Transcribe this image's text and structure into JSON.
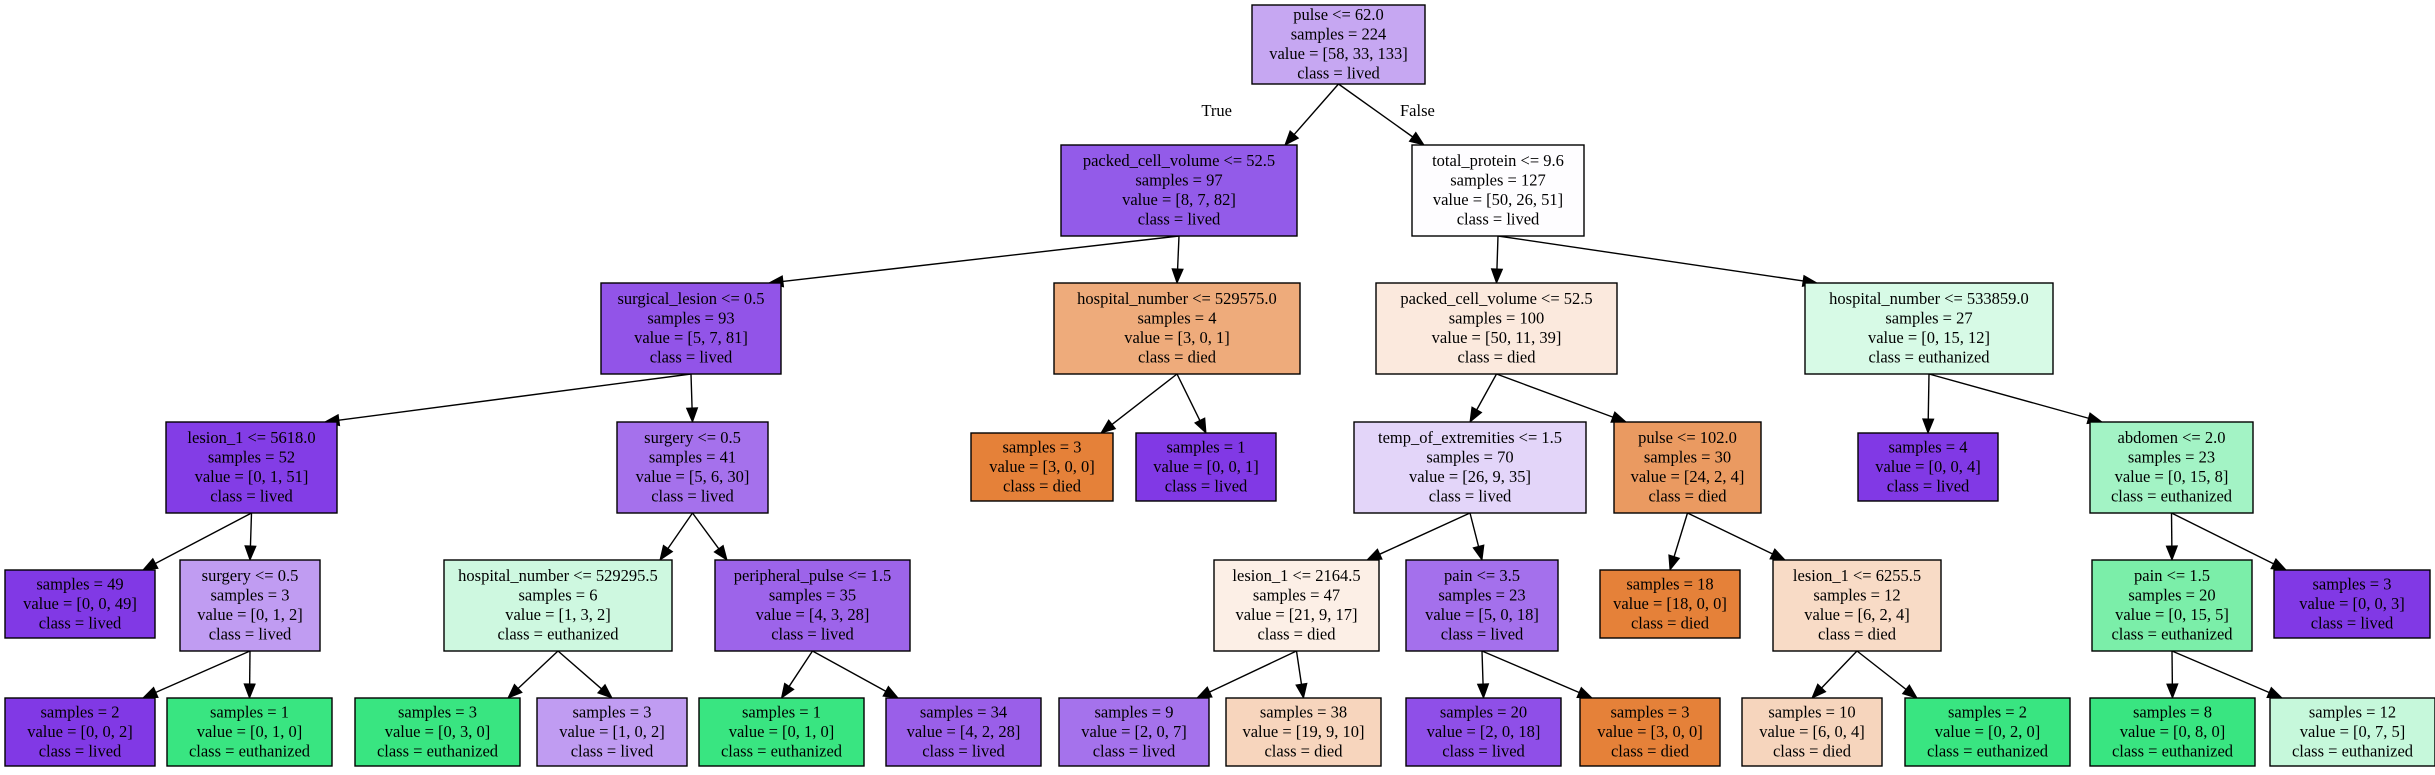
{
  "colors": {
    "lived": "#8139e5",
    "died": "#e58139",
    "euthanized": "#39e581"
  },
  "edge_labels": {
    "true_label": "True",
    "false_label": "False"
  },
  "nodes": [
    {
      "id": "n0",
      "lines": [
        "pulse <= 62.0",
        "samples = 224",
        "value = [58, 33, 133]",
        "class = lived"
      ],
      "fill": "#c6a7f2"
    },
    {
      "id": "n1",
      "lines": [
        "packed_cell_volume <= 52.5",
        "samples = 97",
        "value = [8, 7, 82]",
        "class = lived"
      ],
      "fill": "#935be9"
    },
    {
      "id": "n2",
      "lines": [
        "total_protein <= 9.6",
        "samples = 127",
        "value = [50, 26, 51]",
        "class = lived"
      ],
      "fill": "#fefdff"
    },
    {
      "id": "n3",
      "lines": [
        "surgical_lesion <= 0.5",
        "samples = 93",
        "value = [5, 7, 81]",
        "class = lived"
      ],
      "fill": "#9254e8"
    },
    {
      "id": "n4",
      "lines": [
        "hospital_number <= 529575.0",
        "samples = 4",
        "value = [3, 0, 1]",
        "class = died"
      ],
      "fill": "#eeab7b"
    },
    {
      "id": "n5",
      "lines": [
        "packed_cell_volume <= 52.5",
        "samples = 100",
        "value = [50, 11, 39]",
        "class = died"
      ],
      "fill": "#fbe9dd"
    },
    {
      "id": "n6",
      "lines": [
        "hospital_number <= 533859.0",
        "samples = 27",
        "value = [0, 15, 12]",
        "class = euthanized"
      ],
      "fill": "#d7fae6"
    },
    {
      "id": "n7",
      "lines": [
        "lesion_1 <= 5618.0",
        "samples = 52",
        "value = [0, 1, 51]",
        "class = lived"
      ],
      "fill": "#833de6"
    },
    {
      "id": "n8",
      "lines": [
        "surgery <= 0.5",
        "samples = 41",
        "value = [5, 6, 30]",
        "class = lived"
      ],
      "fill": "#a571ec"
    },
    {
      "id": "n9",
      "lines": [
        "samples = 3",
        "value = [3, 0, 0]",
        "class = died"
      ],
      "fill": "#e58139"
    },
    {
      "id": "n10",
      "lines": [
        "samples = 1",
        "value = [0, 0, 1]",
        "class = lived"
      ],
      "fill": "#8139e5"
    },
    {
      "id": "n11",
      "lines": [
        "temp_of_extremities <= 1.5",
        "samples = 70",
        "value = [26, 9, 35]",
        "class = lived"
      ],
      "fill": "#e3d5f9"
    },
    {
      "id": "n12",
      "lines": [
        "pulse <= 102.0",
        "samples = 30",
        "value = [24, 2, 4]",
        "class = died"
      ],
      "fill": "#ea9a61"
    },
    {
      "id": "n13",
      "lines": [
        "samples = 4",
        "value = [0, 0, 4]",
        "class = lived"
      ],
      "fill": "#8139e5"
    },
    {
      "id": "n14",
      "lines": [
        "abdomen <= 2.0",
        "samples = 23",
        "value = [0, 15, 8]",
        "class = euthanized"
      ],
      "fill": "#a3f3c5"
    },
    {
      "id": "n15",
      "lines": [
        "samples = 49",
        "value = [0, 0, 49]",
        "class = lived"
      ],
      "fill": "#8139e5"
    },
    {
      "id": "n16",
      "lines": [
        "surgery <= 0.5",
        "samples = 3",
        "value = [0, 1, 2]",
        "class = lived"
      ],
      "fill": "#c09cf2"
    },
    {
      "id": "n17",
      "lines": [
        "hospital_number <= 529295.5",
        "samples = 6",
        "value = [1, 3, 2]",
        "class = euthanized"
      ],
      "fill": "#cef8e0"
    },
    {
      "id": "n18",
      "lines": [
        "peripheral_pulse <= 1.5",
        "samples = 35",
        "value = [4, 3, 28]",
        "class = lived"
      ],
      "fill": "#9d64ea"
    },
    {
      "id": "n19",
      "lines": [
        "lesion_1 <= 2164.5",
        "samples = 47",
        "value = [21, 9, 17]",
        "class = died"
      ],
      "fill": "#fcefe6"
    },
    {
      "id": "n20",
      "lines": [
        "pain <= 3.5",
        "samples = 23",
        "value = [5, 0, 18]",
        "class = lived"
      ],
      "fill": "#a470ec"
    },
    {
      "id": "n21",
      "lines": [
        "samples = 18",
        "value = [18, 0, 0]",
        "class = died"
      ],
      "fill": "#e58139"
    },
    {
      "id": "n22",
      "lines": [
        "lesion_1 <= 6255.5",
        "samples = 12",
        "value = [6, 2, 4]",
        "class = died"
      ],
      "fill": "#f8dbc6"
    },
    {
      "id": "n23",
      "lines": [
        "pain <= 1.5",
        "samples = 20",
        "value = [0, 15, 5]",
        "class = euthanized"
      ],
      "fill": "#7beea9"
    },
    {
      "id": "n24",
      "lines": [
        "samples = 3",
        "value = [0, 0, 3]",
        "class = lived"
      ],
      "fill": "#8139e5"
    },
    {
      "id": "n25",
      "lines": [
        "samples = 2",
        "value = [0, 0, 2]",
        "class = lived"
      ],
      "fill": "#8139e5"
    },
    {
      "id": "n26",
      "lines": [
        "samples = 1",
        "value = [0, 1, 0]",
        "class = euthanized"
      ],
      "fill": "#39e581"
    },
    {
      "id": "n27",
      "lines": [
        "samples = 3",
        "value = [0, 3, 0]",
        "class = euthanized"
      ],
      "fill": "#39e581"
    },
    {
      "id": "n28",
      "lines": [
        "samples = 3",
        "value = [1, 0, 2]",
        "class = lived"
      ],
      "fill": "#c09cf2"
    },
    {
      "id": "n29",
      "lines": [
        "samples = 1",
        "value = [0, 1, 0]",
        "class = euthanized"
      ],
      "fill": "#39e581"
    },
    {
      "id": "n30",
      "lines": [
        "samples = 34",
        "value = [4, 2, 28]",
        "class = lived"
      ],
      "fill": "#9a5fe9"
    },
    {
      "id": "n31",
      "lines": [
        "samples = 9",
        "value = [2, 0, 7]",
        "class = lived"
      ],
      "fill": "#a572ec"
    },
    {
      "id": "n32",
      "lines": [
        "samples = 38",
        "value = [19, 9, 10]",
        "class = died"
      ],
      "fill": "#f7d5bd"
    },
    {
      "id": "n33",
      "lines": [
        "samples = 20",
        "value = [2, 0, 18]",
        "class = lived"
      ],
      "fill": "#8f4fe8"
    },
    {
      "id": "n34",
      "lines": [
        "samples = 3",
        "value = [3, 0, 0]",
        "class = died"
      ],
      "fill": "#e58139"
    },
    {
      "id": "n35",
      "lines": [
        "samples = 10",
        "value = [6, 0, 4]",
        "class = died"
      ],
      "fill": "#f6d5bd"
    },
    {
      "id": "n36",
      "lines": [
        "samples = 2",
        "value = [0, 2, 0]",
        "class = euthanized"
      ],
      "fill": "#39e581"
    },
    {
      "id": "n37",
      "lines": [
        "samples = 8",
        "value = [0, 8, 0]",
        "class = euthanized"
      ],
      "fill": "#39e581"
    },
    {
      "id": "n38",
      "lines": [
        "samples = 12",
        "value = [0, 7, 5]",
        "class = euthanized"
      ],
      "fill": "#c6f8db"
    }
  ],
  "edges": [
    {
      "from": "n0",
      "to": "n1",
      "label": "true_label"
    },
    {
      "from": "n0",
      "to": "n2",
      "label": "false_label"
    },
    {
      "from": "n1",
      "to": "n3"
    },
    {
      "from": "n1",
      "to": "n4"
    },
    {
      "from": "n2",
      "to": "n5"
    },
    {
      "from": "n2",
      "to": "n6"
    },
    {
      "from": "n3",
      "to": "n7"
    },
    {
      "from": "n3",
      "to": "n8"
    },
    {
      "from": "n4",
      "to": "n9"
    },
    {
      "from": "n4",
      "to": "n10"
    },
    {
      "from": "n5",
      "to": "n11"
    },
    {
      "from": "n5",
      "to": "n12"
    },
    {
      "from": "n6",
      "to": "n13"
    },
    {
      "from": "n6",
      "to": "n14"
    },
    {
      "from": "n7",
      "to": "n15"
    },
    {
      "from": "n7",
      "to": "n16"
    },
    {
      "from": "n8",
      "to": "n17"
    },
    {
      "from": "n8",
      "to": "n18"
    },
    {
      "from": "n11",
      "to": "n19"
    },
    {
      "from": "n11",
      "to": "n20"
    },
    {
      "from": "n12",
      "to": "n21"
    },
    {
      "from": "n12",
      "to": "n22"
    },
    {
      "from": "n14",
      "to": "n23"
    },
    {
      "from": "n14",
      "to": "n24"
    },
    {
      "from": "n16",
      "to": "n25"
    },
    {
      "from": "n16",
      "to": "n26"
    },
    {
      "from": "n17",
      "to": "n27"
    },
    {
      "from": "n17",
      "to": "n28"
    },
    {
      "from": "n18",
      "to": "n29"
    },
    {
      "from": "n18",
      "to": "n30"
    },
    {
      "from": "n19",
      "to": "n31"
    },
    {
      "from": "n19",
      "to": "n32"
    },
    {
      "from": "n20",
      "to": "n33"
    },
    {
      "from": "n20",
      "to": "n34"
    },
    {
      "from": "n22",
      "to": "n35"
    },
    {
      "from": "n22",
      "to": "n36"
    },
    {
      "from": "n23",
      "to": "n37"
    },
    {
      "from": "n23",
      "to": "n38"
    }
  ]
}
